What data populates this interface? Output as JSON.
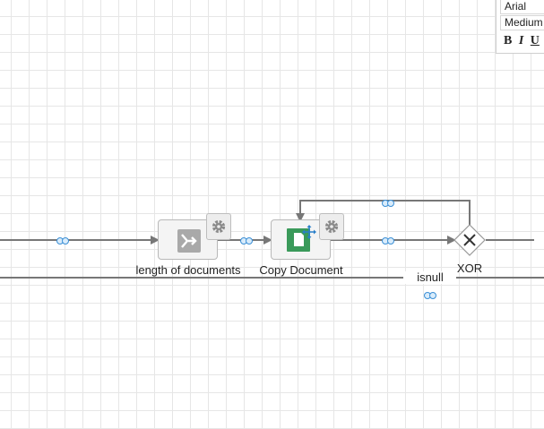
{
  "nodes": {
    "length_of_documents": {
      "label": "length of documents",
      "icon": "merge-arrow-icon",
      "color": "#a9a9a9"
    },
    "copy_document": {
      "label": "Copy Document",
      "icon": "document-copy-icon",
      "color": "#3a9a5a"
    },
    "xor_gateway": {
      "label": "XOR",
      "icon": "x-gateway-icon"
    },
    "isnull_edge": {
      "label": "isnull"
    }
  },
  "font_panel": {
    "font_family": "Arial",
    "font_size": "Medium",
    "bold_label": "B",
    "italic_label": "I",
    "underline_label": "U"
  },
  "colors": {
    "edge": "#777777",
    "link_icon": "#3b8fd6",
    "grid": "#e6e6e6"
  }
}
